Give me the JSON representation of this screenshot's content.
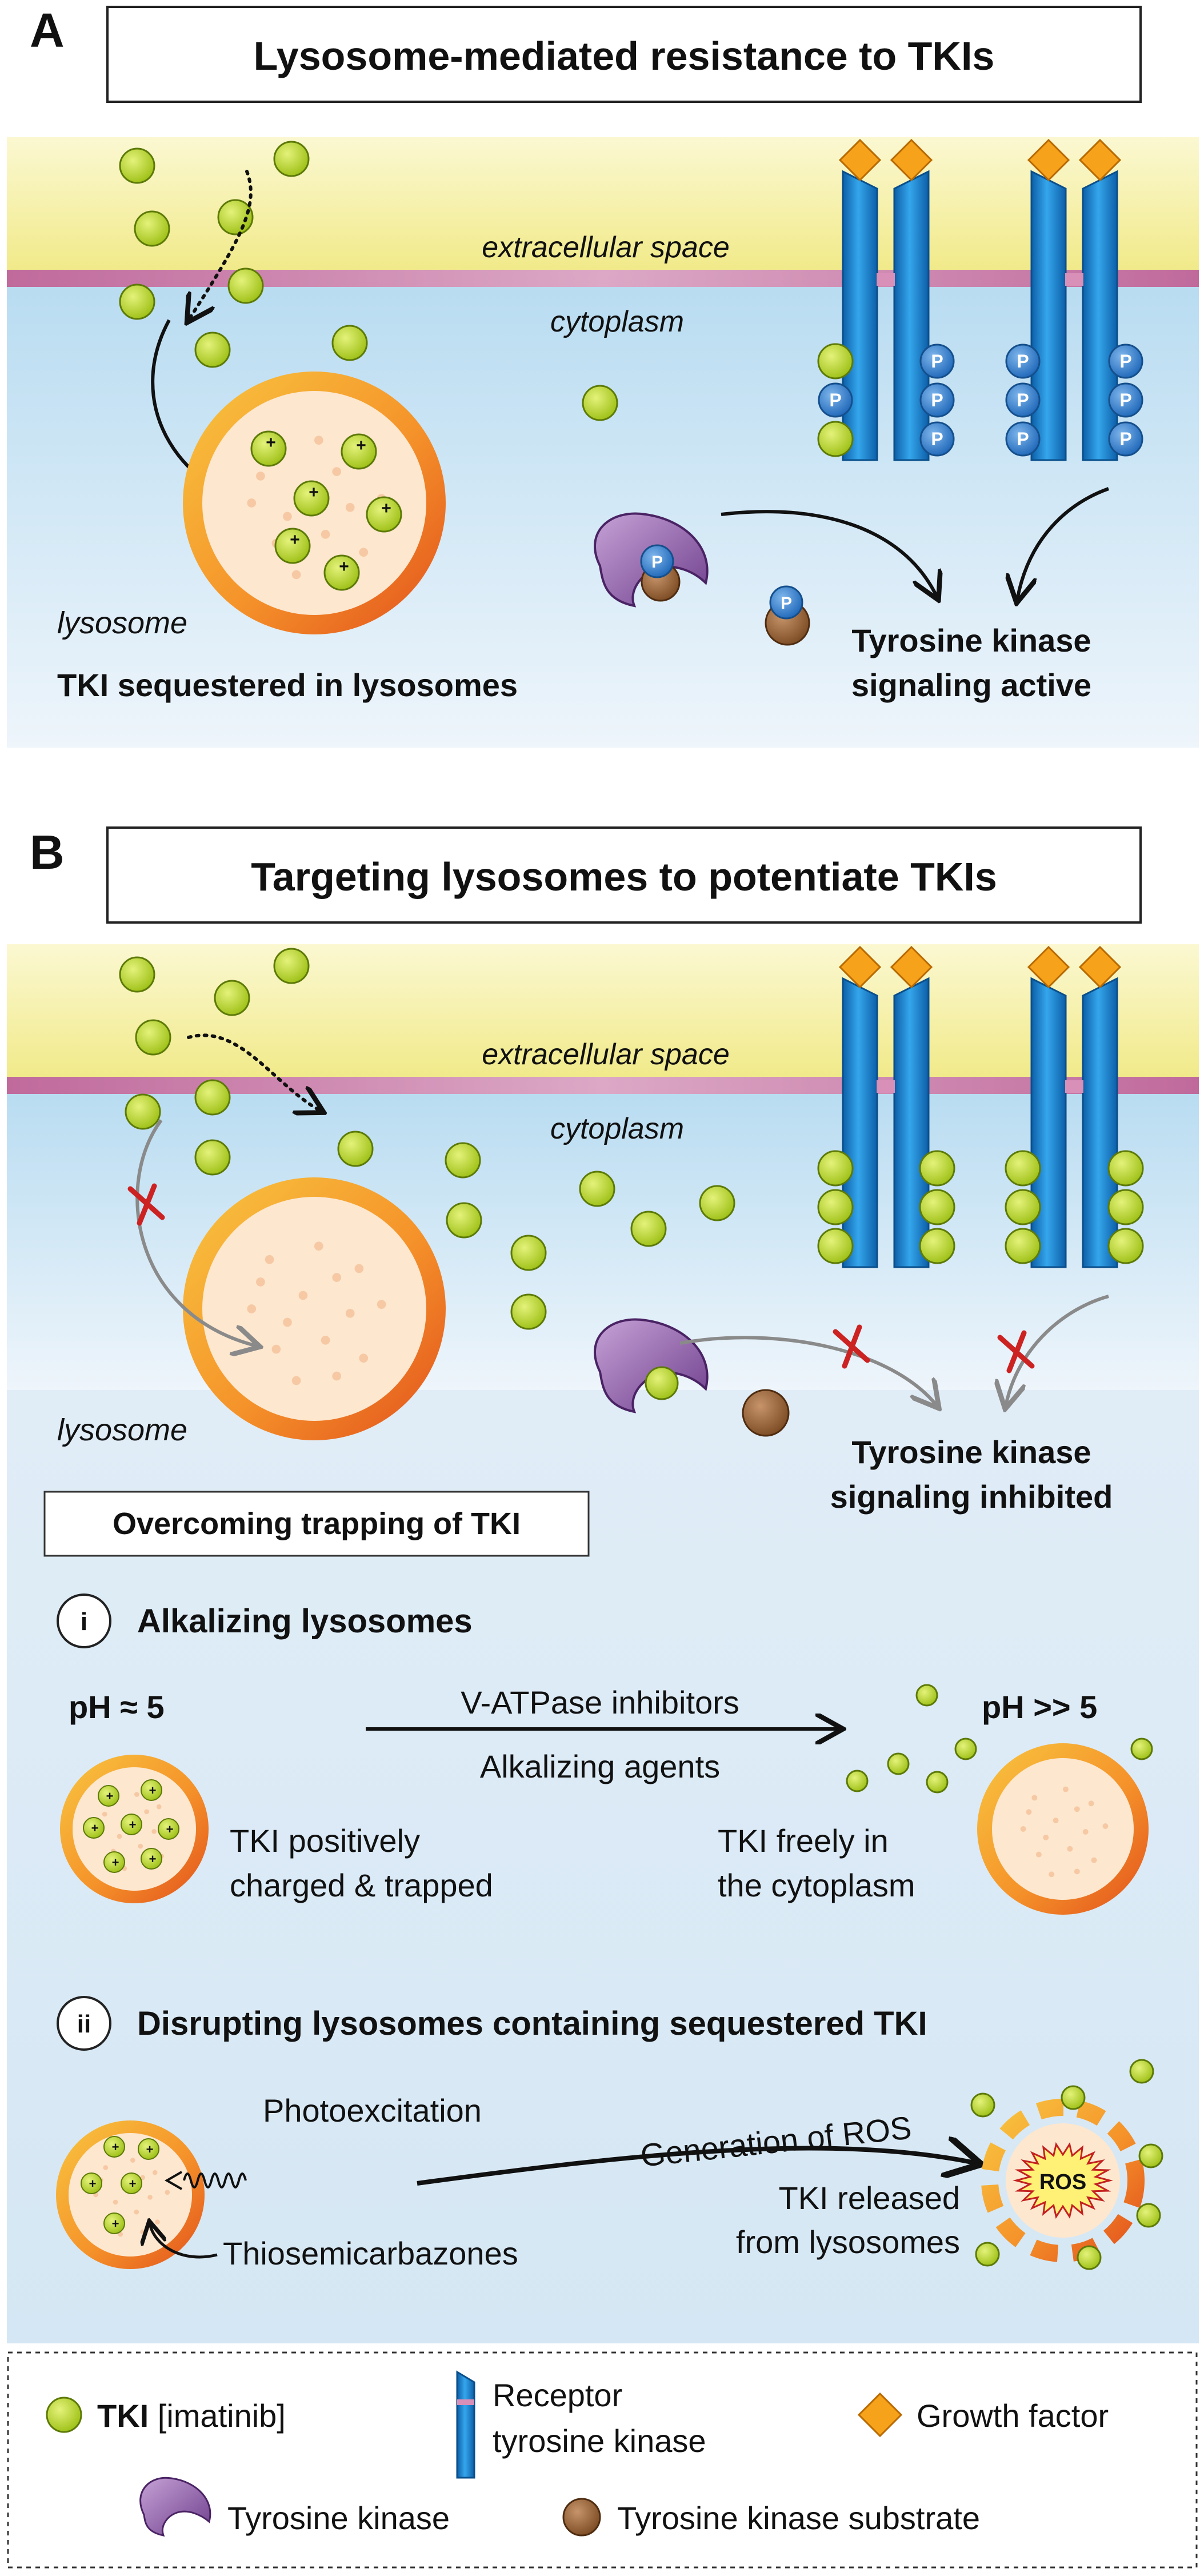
{
  "panel_a": {
    "letter": "A",
    "title": "Lysosome-mediated resistance to TKIs",
    "extracellular_label": "extracellular space",
    "cytoplasm_label": "cytoplasm",
    "lysosome_label": "lysosome",
    "caption": "TKI sequestered in lysosomes",
    "signal_line1": "Tyrosine kinase",
    "signal_line2": "signaling active",
    "phospho_label": "P",
    "charge_label": "+"
  },
  "panel_b": {
    "letter": "B",
    "title": "Targeting lysosomes to potentiate TKIs",
    "extracellular_label": "extracellular space",
    "cytoplasm_label": "cytoplasm",
    "lysosome_label": "lysosome",
    "signal_line1": "Tyrosine kinase",
    "signal_line2": "signaling inhibited",
    "overcoming_title": "Overcoming trapping of TKI",
    "section_i": {
      "numeral": "i",
      "title": "Alkalizing lysosomes",
      "ph_before": "pH ≈ 5",
      "ph_after": "pH >> 5",
      "arrow_top": "V-ATPase inhibitors",
      "arrow_bottom": "Alkalizing agents",
      "left_line1": "TKI positively",
      "left_line2": "charged & trapped",
      "right_line1": "TKI freely in",
      "right_line2": "the cytoplasm"
    },
    "section_ii": {
      "numeral": "ii",
      "title": "Disrupting lysosomes containing sequestered TKI",
      "photo_label": "Photoexcitation",
      "thio_label": "Thiosemicarbazones",
      "arrow_top": "Generation of ROS",
      "released_line1": "TKI released",
      "released_line2": "from lysosomes",
      "ros_label": "ROS"
    }
  },
  "legend": {
    "tki_bold": "TKI",
    "tki_rest": " [imatinib]",
    "receptor_line1": "Receptor",
    "receptor_line2": "tyrosine kinase",
    "growth_factor": "Growth factor",
    "tyrosine_kinase": "Tyrosine kinase",
    "substrate": "Tyrosine kinase substrate"
  },
  "colors": {
    "tki": "#b5d020",
    "receptor": "#1a8fd6",
    "growth_factor": "#f7a21b",
    "kinase": "#8e5aa8",
    "substrate": "#8a5a30",
    "membrane": "#c678a4",
    "extracellular": "#f4ef9c",
    "cytoplasm": "#d6eaf6",
    "lysosome_rim": "#f07820",
    "phospho": "#2e7fcf",
    "inhibit": "#cc2222"
  }
}
